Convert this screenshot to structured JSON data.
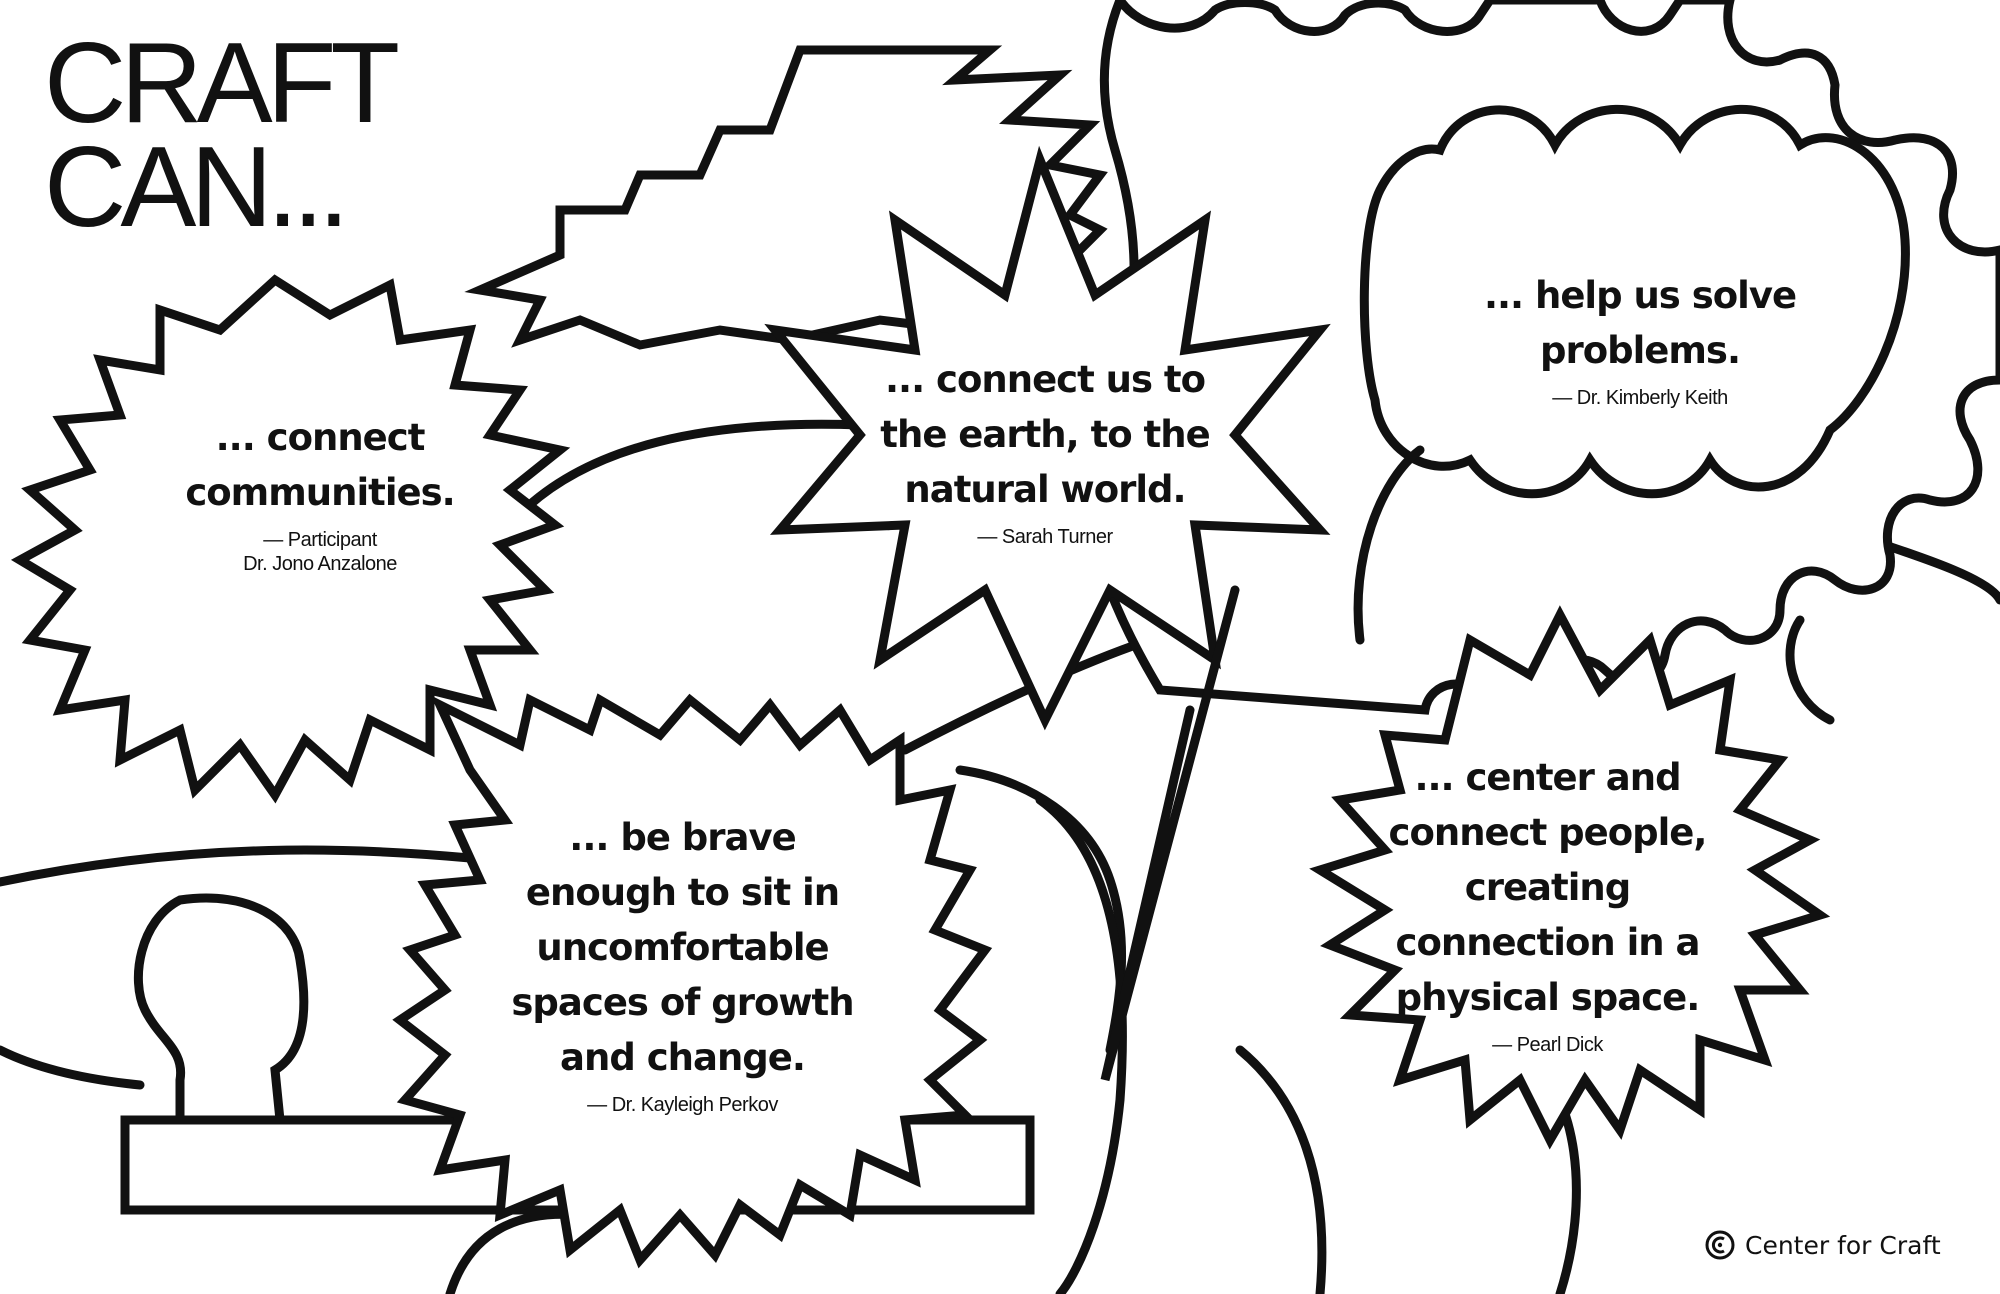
{
  "headline": {
    "line1": "CRAFT",
    "line2": "CAN..."
  },
  "quotes": [
    {
      "text": "... connect communities.",
      "attribution_line1": "— Participant",
      "attribution_line2": "Dr. Jono Anzalone"
    },
    {
      "text": "... connect us to the earth, to the natural world.",
      "attribution": "— Sarah Turner"
    },
    {
      "text": "... help us solve problems.",
      "attribution": "— Dr. Kimberly Keith"
    },
    {
      "text": "... be brave enough to sit in uncomfortable spaces of growth and change.",
      "attribution": "— Dr. Kayleigh Perkov"
    },
    {
      "text": "... center and connect people, creating connection in a physical space.",
      "attribution": "— Pearl Dick"
    }
  ],
  "brand": {
    "name": "Center for Craft",
    "icon": "center-for-craft-logo-icon"
  },
  "colors": {
    "background": "#ffffff",
    "ink": "#111111"
  }
}
